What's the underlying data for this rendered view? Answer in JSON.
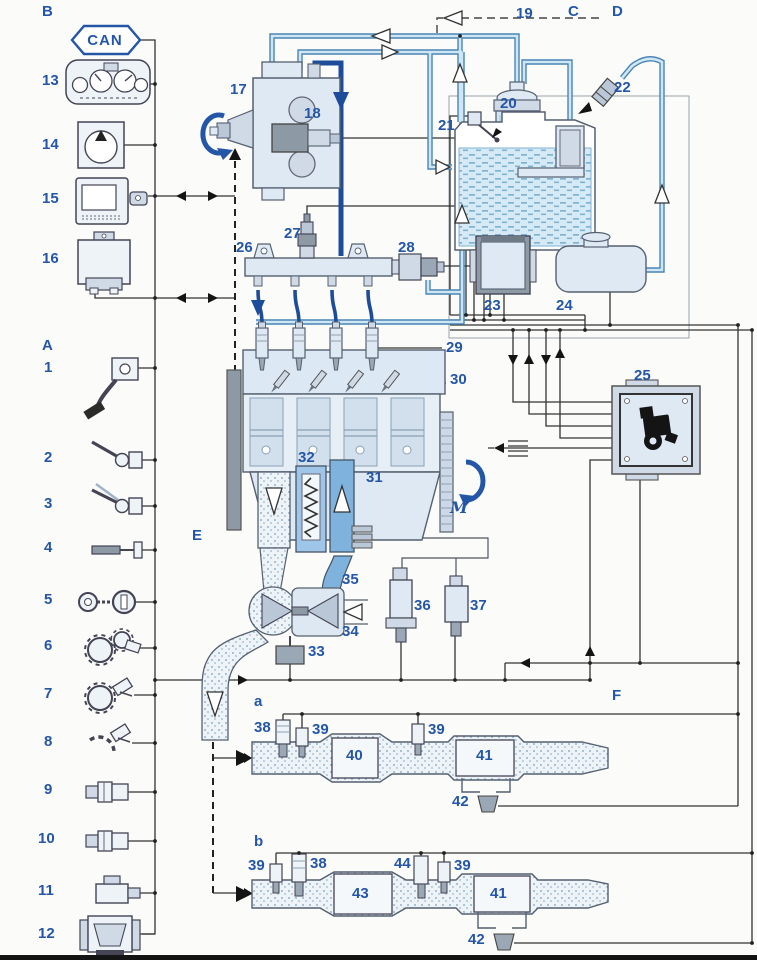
{
  "labels": {
    "section_b": "B",
    "can": "CAN",
    "n13": "13",
    "n14": "14",
    "n15": "15",
    "n16": "16",
    "section_a": "A",
    "n1": "1",
    "n2": "2",
    "n3": "3",
    "n4": "4",
    "n5": "5",
    "n6": "6",
    "n7": "7",
    "n8": "8",
    "n9": "9",
    "n10": "10",
    "n11": "11",
    "n12": "12",
    "n17": "17",
    "n18": "18",
    "n19": "19",
    "section_c": "C",
    "section_d": "D",
    "n20": "20",
    "n21": "21",
    "n22": "22",
    "n23": "23",
    "n24": "24",
    "n25": "25",
    "n26": "26",
    "n27": "27",
    "n28": "28",
    "n29": "29",
    "n30": "30",
    "n31": "31",
    "n32": "32",
    "motor_m": "M",
    "n33": "33",
    "n34": "34",
    "n35": "35",
    "n36": "36",
    "n37": "37",
    "section_e": "E",
    "section_f": "F",
    "line_a": "a",
    "line_b": "b",
    "n38a": "38",
    "n39a1": "39",
    "n39a2": "39",
    "n40": "40",
    "n41a": "41",
    "n42a": "42",
    "n39b1": "39",
    "n38b": "38",
    "n44": "44",
    "n39b2": "39",
    "n43": "43",
    "n41b": "41",
    "n42b": "42"
  },
  "colors": {
    "label_blue": "#2456a8",
    "high_pressure_blue": "#1c4c9a",
    "low_pressure_fill": "#cfe6f4",
    "low_pressure_stroke": "#4a85b5",
    "wire": "#333333",
    "component_fill": "#e2ebf4",
    "stipple_dot": "#7aa0bc"
  }
}
